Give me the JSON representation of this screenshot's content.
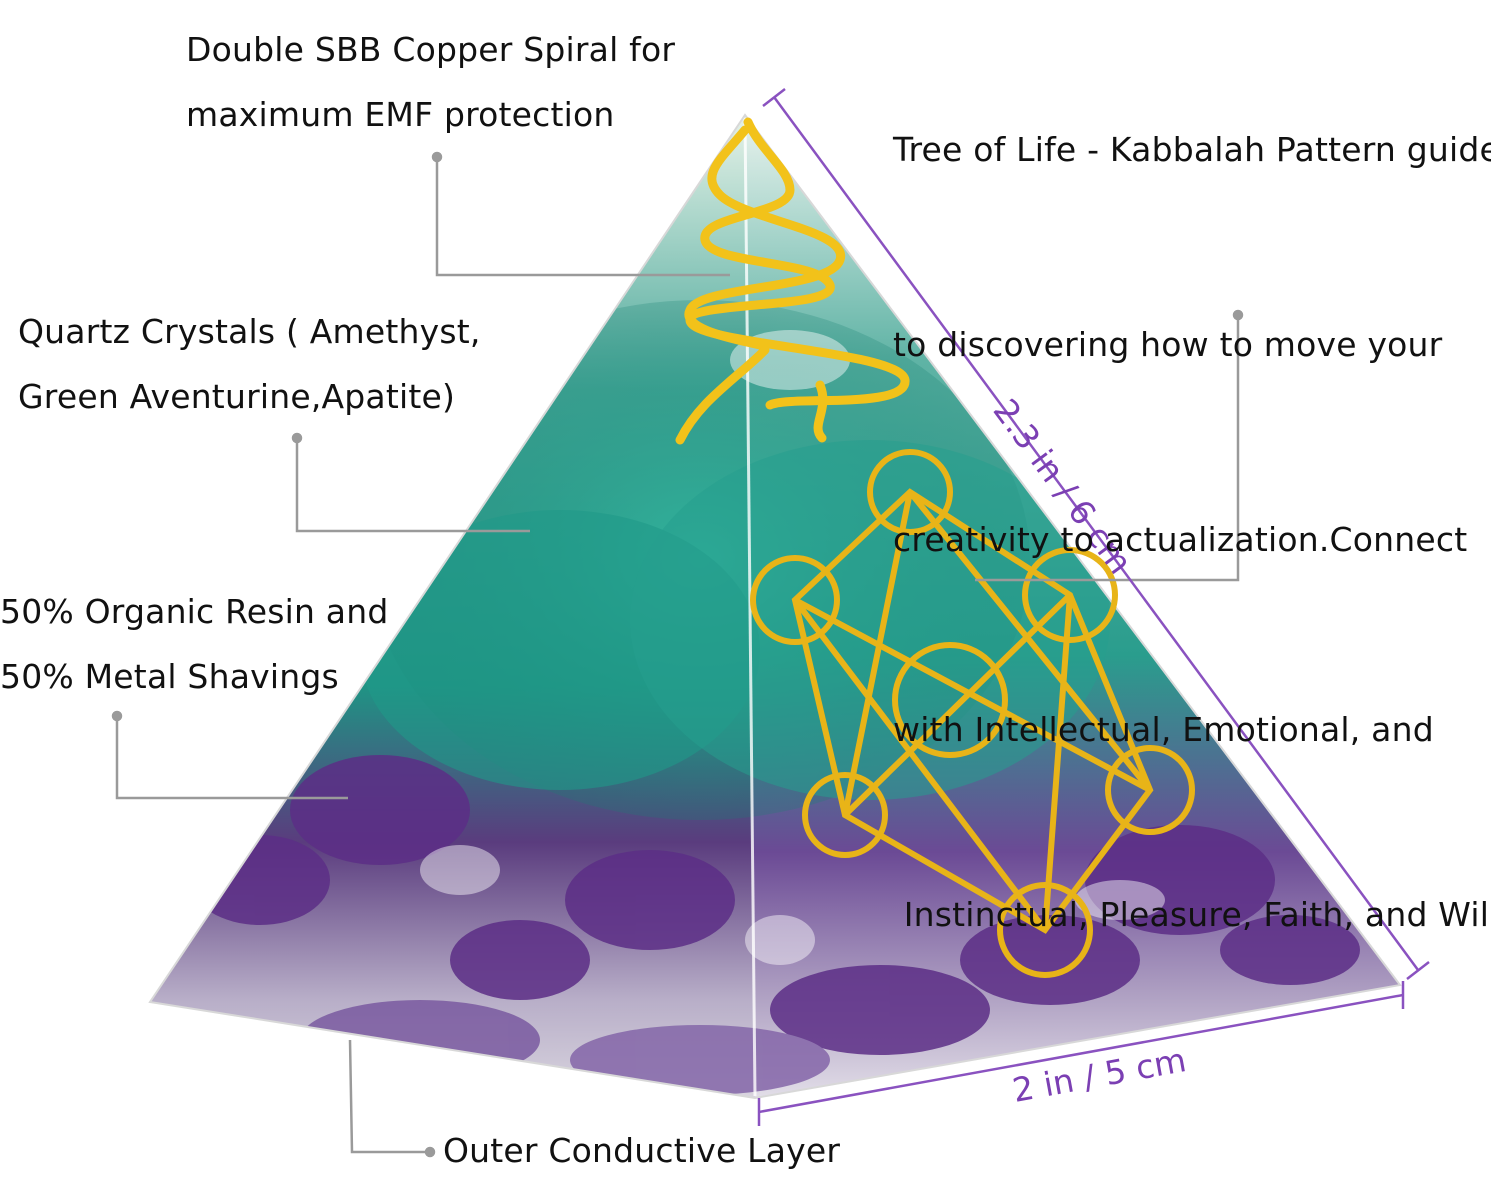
{
  "annotations": {
    "spiral": {
      "lines": [
        "Double SBB Copper Spiral for",
        "maximum EMF protection"
      ]
    },
    "tree_of_life": {
      "lines": [
        "Tree of Life - Kabbalah Pattern guides",
        "to discovering how to move your",
        "creativity to actualization.Connect",
        "with Intellectual, Emotional, and",
        " Instinctual, Pleasure, Faith, and Will"
      ]
    },
    "quartz": {
      "lines": [
        "Quartz Crystals ( Amethyst,",
        "Green Aventurine,Apatite)"
      ]
    },
    "resin": {
      "lines": [
        "50% Organic Resin and",
        "50% Metal Shavings"
      ]
    },
    "outer_layer": {
      "text": "Outer Conductive Layer"
    }
  },
  "dimensions": {
    "slant_height": "2.3 in / 6 cm",
    "base_width": "2 in / 5 cm",
    "color": "#7b3fb3"
  },
  "colors": {
    "text": "#111111",
    "leader_line": "#999999",
    "green_aventurine": "#1e9a86",
    "amethyst": "#6a3b8f",
    "gold": "#f2c21a"
  }
}
